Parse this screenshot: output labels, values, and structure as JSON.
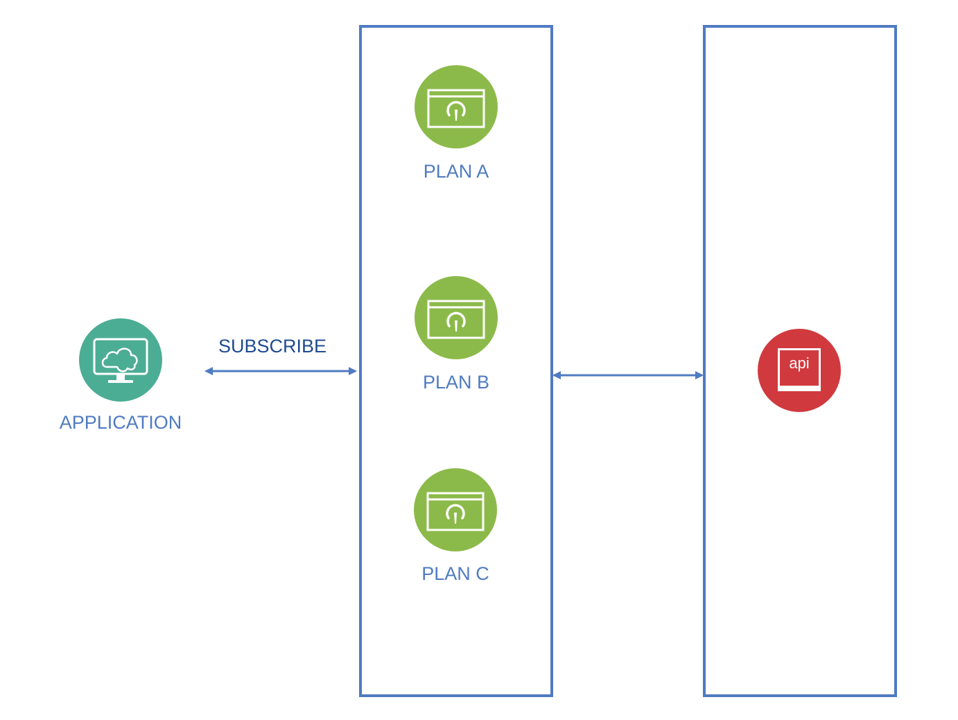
{
  "application": {
    "label": "APPLICATION",
    "icon": "cloud-monitor-icon",
    "color": "#4cad95"
  },
  "subscribe_label": "SUBSCRIBE",
  "plans": [
    {
      "label": "PLAN A",
      "icon": "gauge-window-icon"
    },
    {
      "label": "PLAN B",
      "icon": "gauge-window-icon"
    },
    {
      "label": "PLAN C",
      "icon": "gauge-window-icon"
    }
  ],
  "plan_color": "#8cba4a",
  "api": {
    "label": "api",
    "icon": "api-document-icon",
    "color": "#d03a3e"
  },
  "line_color": "#4f7bc2",
  "text_color": "#4f7bc2"
}
